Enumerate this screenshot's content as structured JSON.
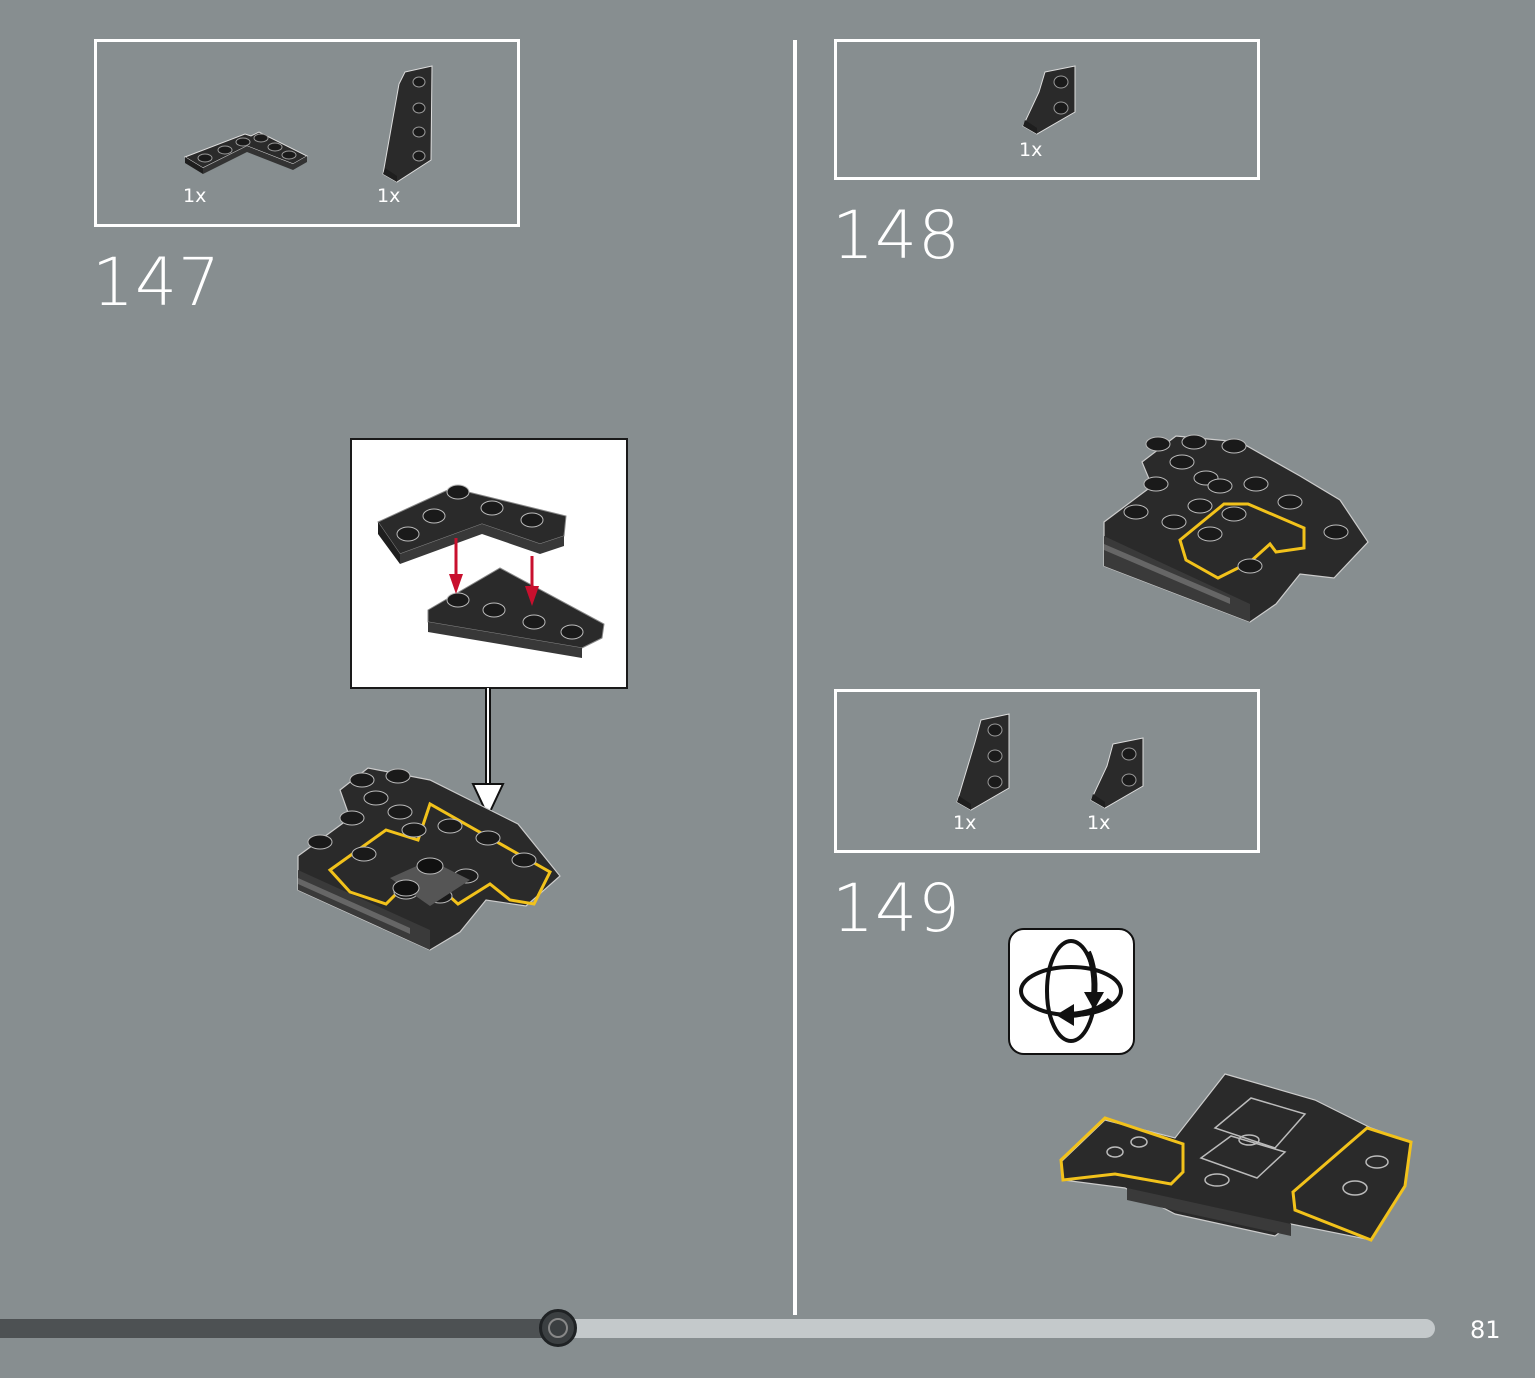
{
  "steps": [
    {
      "number": "147",
      "parts": [
        {
          "qty": "1x",
          "part": "corner-plate"
        },
        {
          "qty": "1x",
          "part": "wedge-plate-right"
        }
      ]
    },
    {
      "number": "148",
      "parts": [
        {
          "qty": "1x",
          "part": "small-wedge-plate"
        }
      ]
    },
    {
      "number": "149",
      "parts": [
        {
          "qty": "1x",
          "part": "wedge-plate-left"
        },
        {
          "qty": "1x",
          "part": "small-wedge-plate"
        }
      ]
    }
  ],
  "page": {
    "number": "81",
    "progress_fraction": 0.364
  },
  "colors": {
    "background": "#878e90",
    "brick": "#2a2a2a",
    "highlight": "#f2c21b",
    "arrow": "#c8102e"
  },
  "icons": {
    "rotate": "rotate-model-icon"
  }
}
